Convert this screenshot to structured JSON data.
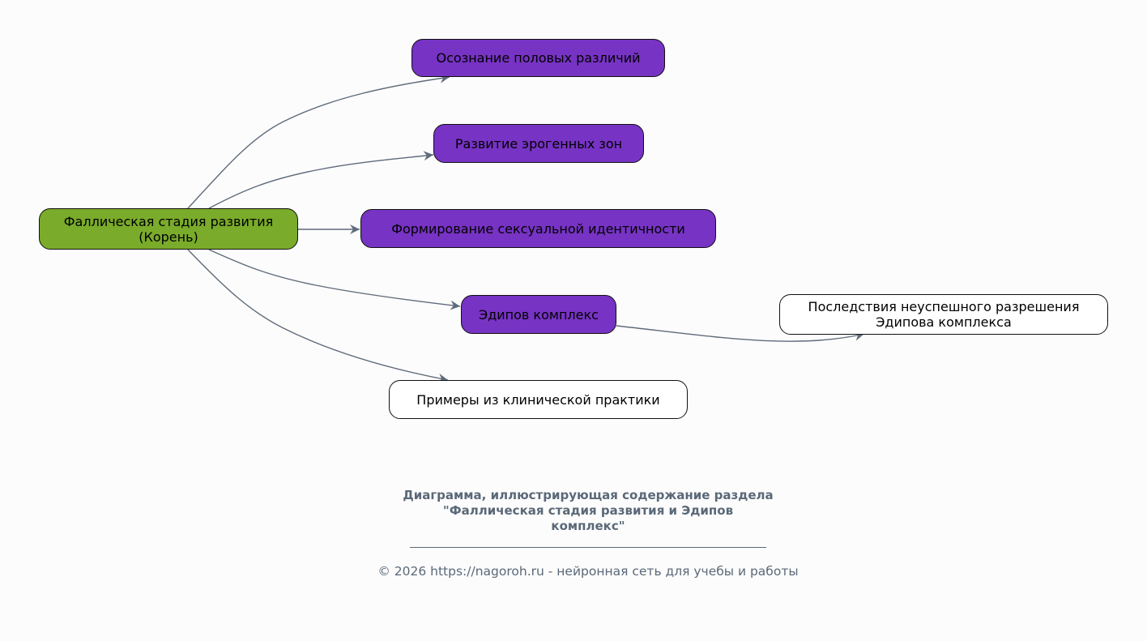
{
  "diagram": {
    "root": {
      "label_line1": "Фаллическая стадия развития",
      "label_line2": "(Корень)",
      "color": "#7aab2a"
    },
    "nodes": [
      {
        "label": "Осознание половых различий",
        "color": "#7733c4"
      },
      {
        "label": "Развитие эрогенных зон",
        "color": "#7733c4"
      },
      {
        "label": "Формирование сексуальной идентичности",
        "color": "#7733c4"
      },
      {
        "label": "Эдипов комплекс",
        "color": "#7733c4"
      },
      {
        "label": "Примеры из клинической практики",
        "color": "#ffffff"
      },
      {
        "label_line1": "Последствия неуспешного разрешения",
        "label_line2": "Эдипова комплекса",
        "color": "#ffffff"
      }
    ],
    "edge_color": "#5f6b7a"
  },
  "caption": {
    "line1": "Диаграмма, иллюстрирующая содержание раздела",
    "line2": "\"Фаллическая стадия развития и Эдипов",
    "line3": "комплекс\""
  },
  "footer": "© 2026 https://nagoroh.ru - нейронная сеть для учебы и работы"
}
